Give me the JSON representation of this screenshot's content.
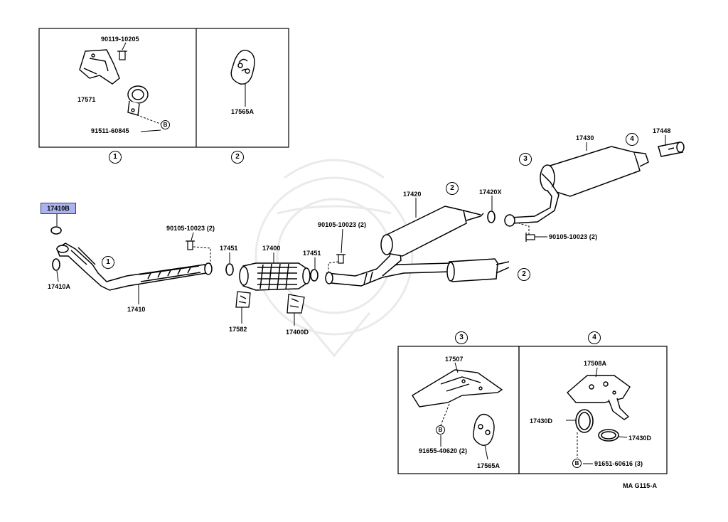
{
  "selected_part": "17410B",
  "panels": {
    "p1": {
      "marker": "1",
      "parts": [
        "90119-10205",
        "17571",
        "91511-60845"
      ],
      "bolt": "B"
    },
    "p2": {
      "marker": "2",
      "parts": [
        "17565A"
      ]
    },
    "p3": {
      "marker": "3",
      "parts": [
        "17507",
        "91655-40620 (2)",
        "17565A"
      ],
      "bolt": "B"
    },
    "p4": {
      "marker": "4",
      "parts": [
        "17508A",
        "17430D",
        "17430D",
        "91651-60616 (3)"
      ],
      "bolt": "B"
    }
  },
  "main": {
    "parts": {
      "p17410A": "17410A",
      "p17410": "17410",
      "bolt1": "90105-10023 (2)",
      "gasketA": "17451",
      "p17400": "17400",
      "gasketB": "17451",
      "p17582": "17582",
      "p17400D": "17400D",
      "bolt2": "90105-10023 (2)",
      "p17420": "17420",
      "p17420X": "17420X",
      "p17430": "17430",
      "p17448": "17448",
      "bolt3": "90105-10023 (2)"
    },
    "markers": {
      "m1": "1",
      "m2a": "2",
      "m2b": "2",
      "m3": "3",
      "m4": "4"
    }
  },
  "figure_code": "MA G115-A"
}
